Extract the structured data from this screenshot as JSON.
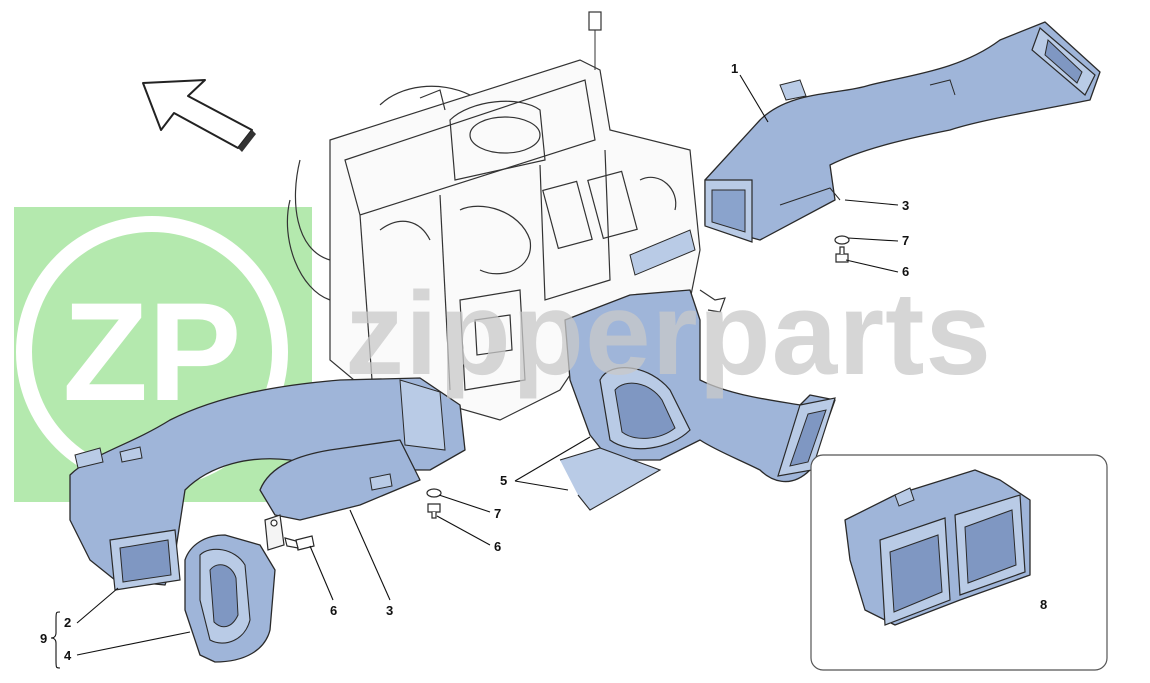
{
  "watermark": {
    "logo_text": "ZP",
    "brand_text": "zipperparts",
    "colors": {
      "logo_bg": "#a8e6a0",
      "logo_ring": "#ffffff",
      "brand_text": "#c9c9c9"
    }
  },
  "direction_arrow": {
    "icon": "front-direction-arrow"
  },
  "duct_color": "#9fb5d9",
  "callouts": {
    "c1": "1",
    "c2": "2",
    "c3_right": "3",
    "c3_bottom": "3",
    "c4": "4",
    "c5": "5",
    "c6_right": "6",
    "c6_mid": "6",
    "c6_left": "6",
    "c7_right": "7",
    "c7_mid": "7",
    "c8": "8",
    "c9": "9"
  },
  "inset": {
    "icon": "detail-inset-frame"
  }
}
